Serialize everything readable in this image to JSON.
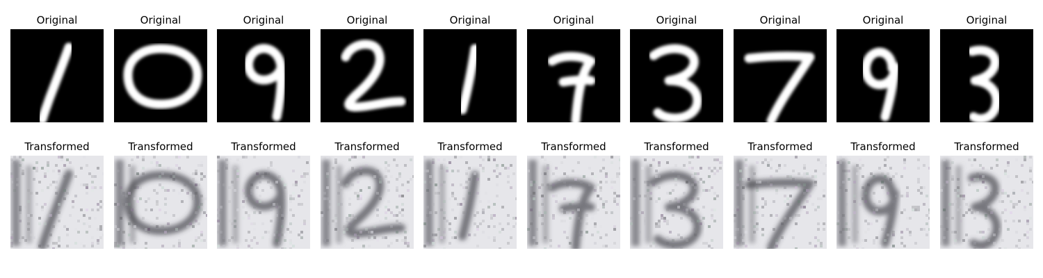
{
  "rows": {
    "original": {
      "title": "Original"
    },
    "transformed": {
      "title": "Transformed"
    }
  },
  "samples": [
    {
      "digit": "1"
    },
    {
      "digit": "0"
    },
    {
      "digit": "9"
    },
    {
      "digit": "2"
    },
    {
      "digit": "1"
    },
    {
      "digit": "7"
    },
    {
      "digit": "3"
    },
    {
      "digit": "7"
    },
    {
      "digit": "9"
    },
    {
      "digit": "3"
    }
  ]
}
